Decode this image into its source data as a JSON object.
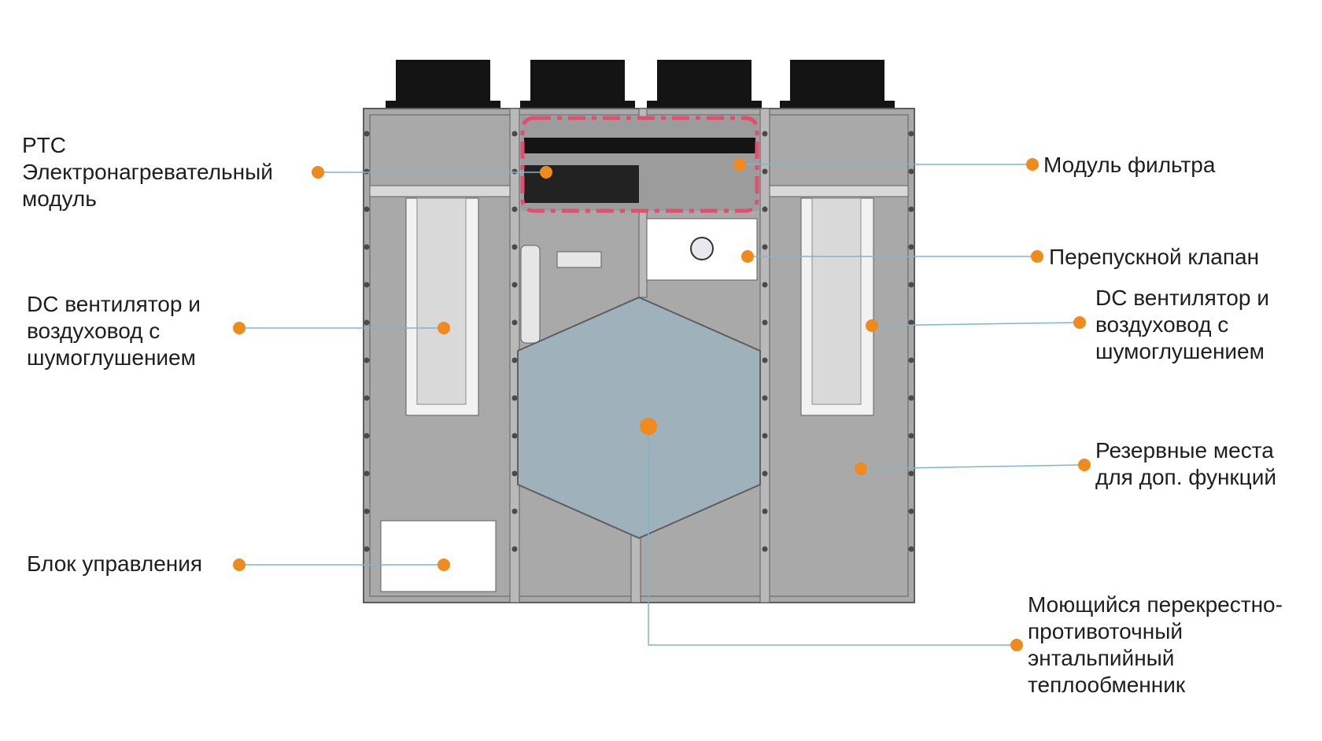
{
  "colors": {
    "housing": "#a9a9a9",
    "housing_dark": "#9c9c9c",
    "frame": "#5e5e5e",
    "ducts": "#141414",
    "exchanger": "#9fb1bb",
    "leader": "#7fb6cc",
    "dot": "#ef8a1e",
    "filter_outline": "#e0506e",
    "text": "#1e1e1e"
  },
  "callouts": {
    "ptc_heater": {
      "lines": [
        "PTC",
        "Электронагревательный",
        "модуль"
      ]
    },
    "filter_module": {
      "lines": [
        "Модуль фильтра"
      ]
    },
    "bypass_valve": {
      "lines": [
        "Перепускной клапан"
      ]
    },
    "fan_left": {
      "lines": [
        "DC вентилятор и",
        "воздуховод с",
        "шумоглушением"
      ]
    },
    "fan_right": {
      "lines": [
        "DC вентилятор и",
        "воздуховод с",
        "шумоглушением"
      ]
    },
    "reserved_slots": {
      "lines": [
        "Резервные места",
        "для доп. функций"
      ]
    },
    "control_unit": {
      "lines": [
        "Блок управления"
      ]
    },
    "heat_exchanger": {
      "lines": [
        "Моющийся перекрестно-",
        "противоточный",
        "энтальпийный",
        "теплообменник"
      ]
    }
  }
}
